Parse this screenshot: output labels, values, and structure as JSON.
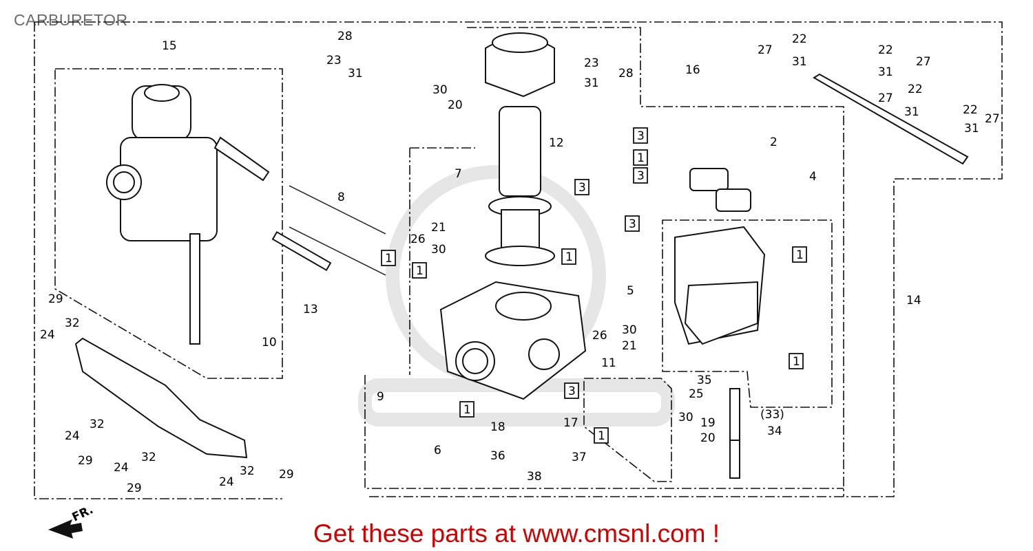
{
  "title": "CARBURETOR",
  "footer": "Get these parts at www.cmsnl.com !",
  "front_marker": "FR.",
  "callouts": [
    "15",
    "28",
    "23",
    "31",
    "30",
    "20",
    "23",
    "31",
    "28",
    "16",
    "27",
    "22",
    "31",
    "22",
    "27",
    "31",
    "27",
    "22",
    "31",
    "22",
    "27",
    "31",
    "12",
    "7",
    "2",
    "4",
    "8",
    "26",
    "21",
    "30",
    "13",
    "5",
    "14",
    "29",
    "32",
    "24",
    "10",
    "26",
    "30",
    "21",
    "11",
    "35",
    "25",
    "19",
    "30",
    "20",
    "(33)",
    "34",
    "9",
    "18",
    "17",
    "6",
    "36",
    "37",
    "38",
    "32",
    "24",
    "29",
    "32",
    "24",
    "29",
    "32",
    "29",
    "24"
  ],
  "boxed_callouts": [
    "3",
    "1",
    "3",
    "3",
    "3",
    "1",
    "1",
    "1",
    "1",
    "1",
    "1",
    "3",
    "1"
  ]
}
